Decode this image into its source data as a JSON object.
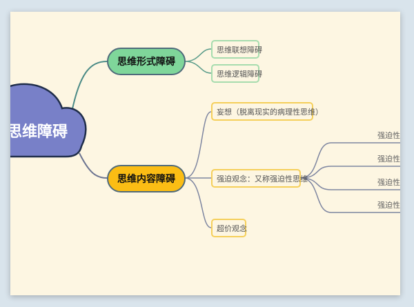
{
  "root": "思维障碍",
  "branches": [
    {
      "label": "思维形式障碍",
      "color": "#7fd69a",
      "children": [
        "思维联想障碍",
        "思维逻辑障碍"
      ]
    },
    {
      "label": "思维内容障碍",
      "color": "#fbbd14",
      "children": [
        "妄想（脱离现实的病理性思维）",
        "强迫观念：又称强迫性思维",
        "超价观念"
      ]
    }
  ],
  "sub_children": [
    "强迫性",
    "强迫性",
    "强迫性",
    "强迫性"
  ]
}
